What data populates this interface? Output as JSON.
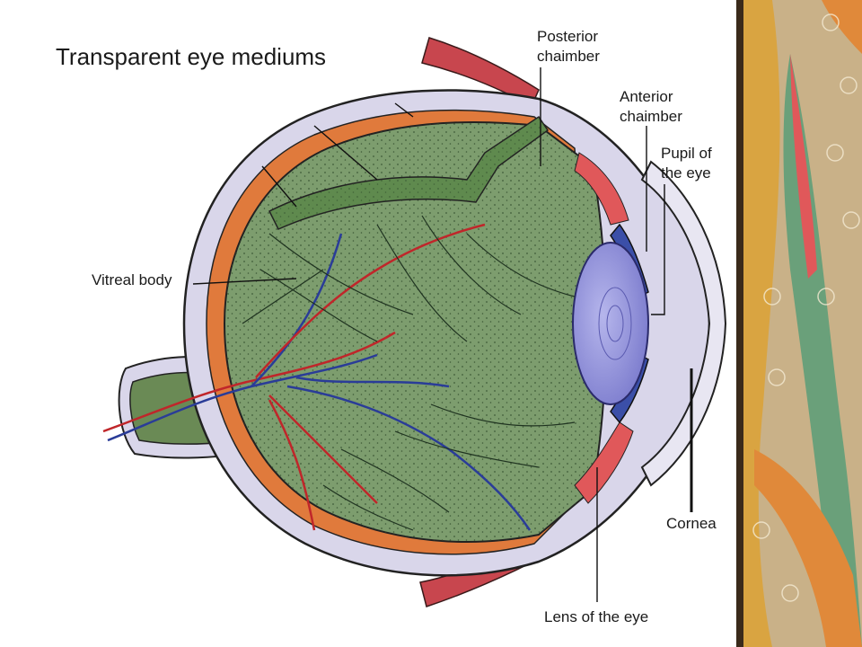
{
  "title": "Transparent eye mediums",
  "labels": {
    "posterior_chamber": [
      "Posterior",
      "chaimber"
    ],
    "anterior_chamber": [
      "Anterior",
      "chaimber"
    ],
    "pupil": [
      "Pupil of",
      "the eye"
    ],
    "vitreal_body": "Vitreal body",
    "cornea": "Cornea",
    "lens": "Lens of the eye"
  },
  "colors": {
    "background": "#ffffff",
    "sclera": "#d9d6ea",
    "choroid": "#e07a3c",
    "retina": "#5f8a4e",
    "vitreous": "#7d9d6e",
    "lens": "#8e8ed0",
    "iris": "#3b4fa8",
    "ciliary": "#e0585a",
    "artery": "#c0262a",
    "vein": "#2a3c98",
    "muscle": "#c8464e",
    "panel_gold": "#d9a441",
    "panel_green": "#6aa07a",
    "panel_tan": "#c9b188"
  }
}
